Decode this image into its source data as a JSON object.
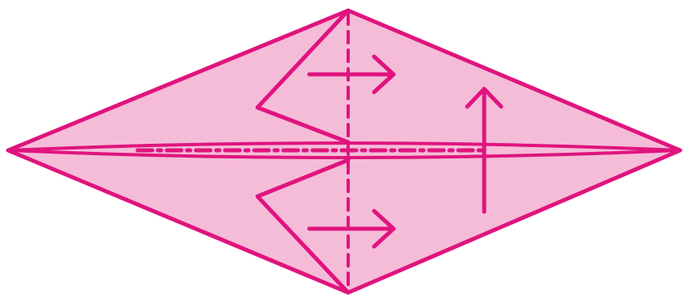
{
  "colors": {
    "ink": "#e0147e",
    "paper": "#f5bcd8",
    "background": "#ffffff"
  },
  "diagram": {
    "subject": "origami-fold-step",
    "symbols": [
      "valley-fold-line",
      "mountain-fold-line",
      "fold-direction-arrow",
      "fold-up-arrow"
    ]
  }
}
